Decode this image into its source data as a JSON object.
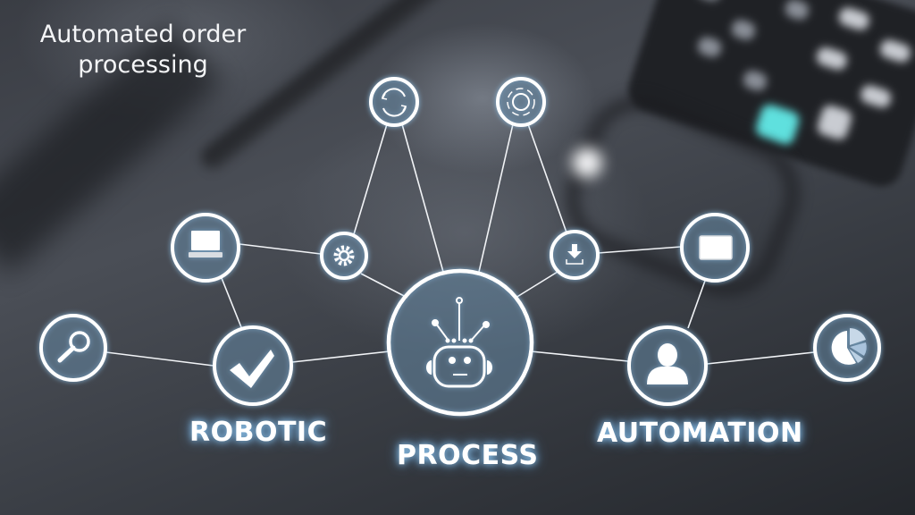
{
  "title": {
    "line1": "Automated order",
    "line2": "processing"
  },
  "labels": {
    "left": "ROBOTIC",
    "center": "PROCESS",
    "right": "AUTOMATION"
  },
  "colors": {
    "line": "#ffffff",
    "glow": "#8fc3ea",
    "accent_key": "#5fe0de",
    "background": "#2a2d33"
  },
  "nodes": [
    {
      "id": "search",
      "icon": "magnifier-icon"
    },
    {
      "id": "check",
      "icon": "checkmark-icon"
    },
    {
      "id": "laptop",
      "icon": "laptop-icon"
    },
    {
      "id": "gear",
      "icon": "gear-icon"
    },
    {
      "id": "refresh",
      "icon": "refresh-icon"
    },
    {
      "id": "target",
      "icon": "target-icon"
    },
    {
      "id": "robot",
      "icon": "robot-icon"
    },
    {
      "id": "download",
      "icon": "download-icon"
    },
    {
      "id": "tablet",
      "icon": "tablet-icon"
    },
    {
      "id": "person",
      "icon": "person-icon"
    },
    {
      "id": "pie",
      "icon": "pie-chart-icon"
    }
  ]
}
